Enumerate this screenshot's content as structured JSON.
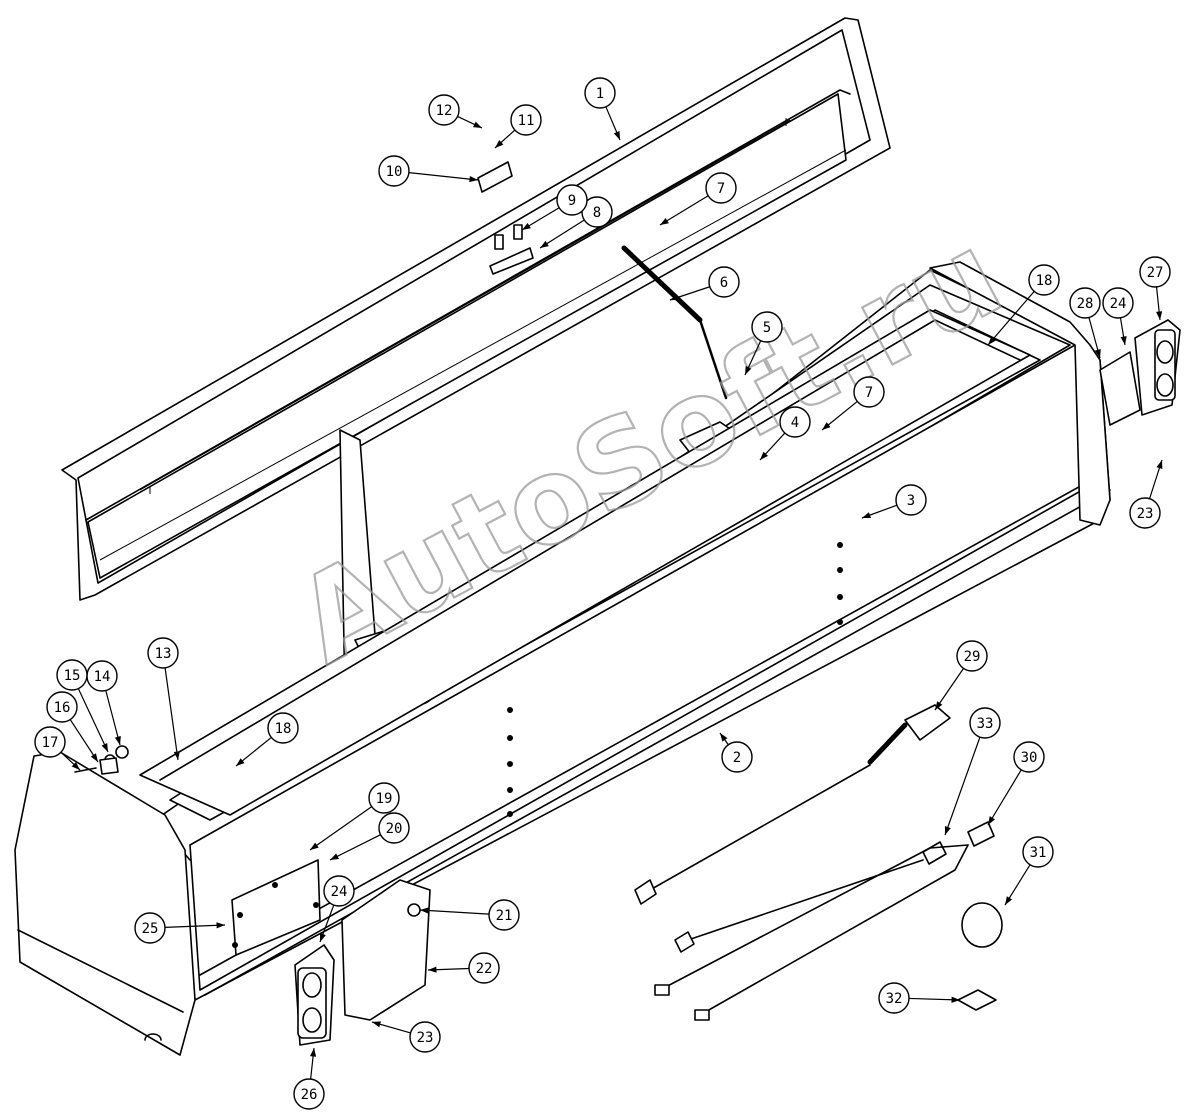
{
  "watermark": "AutoSoft.ru",
  "callouts": [
    {
      "label": "1"
    },
    {
      "label": "2"
    },
    {
      "label": "3"
    },
    {
      "label": "4"
    },
    {
      "label": "5"
    },
    {
      "label": "6"
    },
    {
      "label": "7"
    },
    {
      "label": "7"
    },
    {
      "label": "8"
    },
    {
      "label": "9"
    },
    {
      "label": "10"
    },
    {
      "label": "11"
    },
    {
      "label": "12"
    },
    {
      "label": "13"
    },
    {
      "label": "14"
    },
    {
      "label": "15"
    },
    {
      "label": "16"
    },
    {
      "label": "17"
    },
    {
      "label": "18"
    },
    {
      "label": "18"
    },
    {
      "label": "19"
    },
    {
      "label": "20"
    },
    {
      "label": "21"
    },
    {
      "label": "22"
    },
    {
      "label": "23"
    },
    {
      "label": "23"
    },
    {
      "label": "24"
    },
    {
      "label": "24"
    },
    {
      "label": "25"
    },
    {
      "label": "26"
    },
    {
      "label": "27"
    },
    {
      "label": "28"
    },
    {
      "label": "29"
    },
    {
      "label": "30"
    },
    {
      "label": "31"
    },
    {
      "label": "32"
    },
    {
      "label": "33"
    }
  ]
}
